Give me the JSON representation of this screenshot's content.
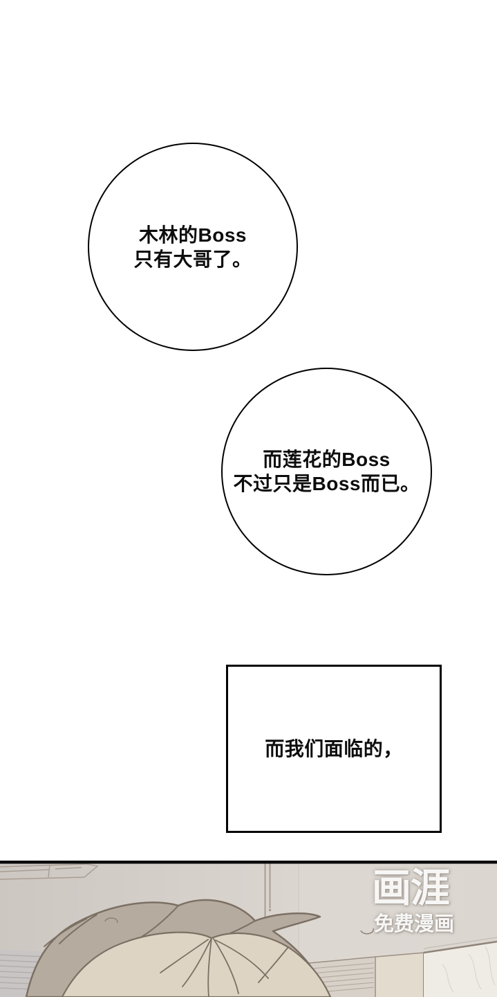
{
  "page": {
    "type": "webtoon-comic-page",
    "background_color": "#ffffff",
    "text_color": "#0d0d0d"
  },
  "speech_bubbles": [
    {
      "shape": "circle",
      "lines": [
        "木林的Boss",
        "只有大哥了。"
      ]
    },
    {
      "shape": "circle",
      "lines": [
        "而莲花的Boss",
        "不过只是Boss而已。"
      ]
    },
    {
      "shape": "rectangle",
      "lines": [
        "而我们面临的，"
      ]
    }
  ],
  "watermark": {
    "logo": "画涯",
    "tagline": "免费漫画"
  },
  "panel": {
    "description": "interior scene, top of a character's head with light tan hair",
    "colors": {
      "border": "#0b0b0b",
      "wall_left": "#cdc7c2",
      "wall_right": "#dcd6d1",
      "hair_back": "#b6ab9f",
      "hair_front": "#ded4c4",
      "hair_outline": "#7b7063",
      "radiator": "#c9c5c4",
      "blinds": "#d8d1c9",
      "column": "#e3dbcd",
      "marble": "#efece6",
      "cord": "#a89d92"
    }
  }
}
